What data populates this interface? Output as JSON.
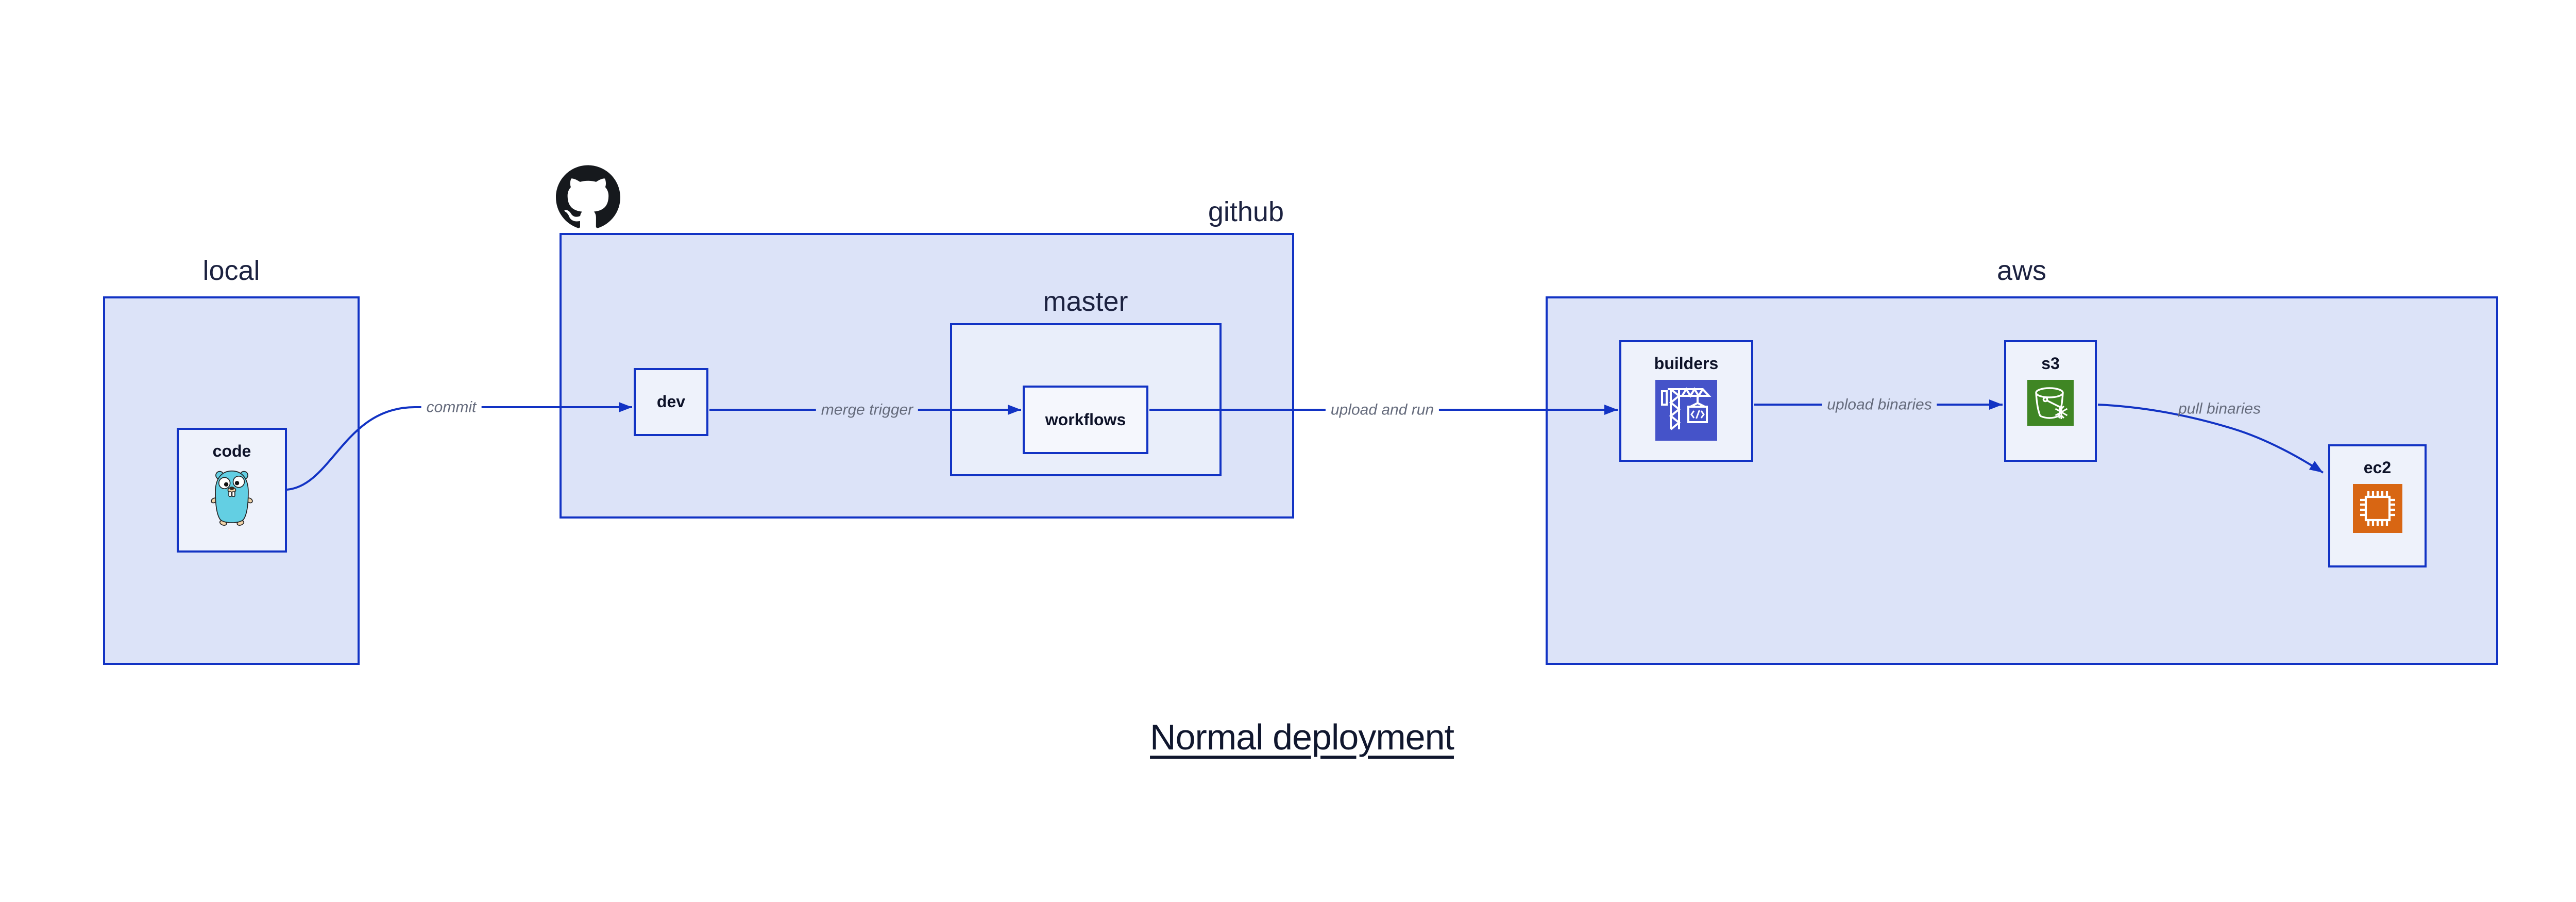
{
  "title": "Normal deployment",
  "groups": [
    {
      "id": "local",
      "label": "local"
    },
    {
      "id": "github",
      "label": "github"
    },
    {
      "id": "master",
      "label": "master"
    },
    {
      "id": "aws",
      "label": "aws"
    }
  ],
  "nodes": [
    {
      "id": "code",
      "label": "code",
      "icon": "go-gopher-icon"
    },
    {
      "id": "dev",
      "label": "dev"
    },
    {
      "id": "workflows",
      "label": "workflows"
    },
    {
      "id": "builders",
      "label": "builders",
      "icon": "codebuild-crane-icon"
    },
    {
      "id": "s3",
      "label": "s3",
      "icon": "s3-glacier-bucket-icon"
    },
    {
      "id": "ec2",
      "label": "ec2",
      "icon": "ec2-chip-icon"
    }
  ],
  "edges": [
    {
      "from": "code",
      "to": "dev",
      "label": "commit"
    },
    {
      "from": "dev",
      "to": "workflows",
      "label": "merge trigger"
    },
    {
      "from": "workflows",
      "to": "builders",
      "label": "upload and run"
    },
    {
      "from": "builders",
      "to": "s3",
      "label": "upload binaries"
    },
    {
      "from": "s3",
      "to": "ec2",
      "label": "pull binaries"
    }
  ],
  "icons": {
    "github_logo": "github-octocat-icon"
  },
  "colors": {
    "group_fill": "#dce3f8",
    "master_fill": "#e9eefa",
    "node_fill": "#eef2fb",
    "inner_node_fill": "#f5f7fd",
    "border_and_edge": "#1233c4",
    "edge_label_text": "#656b7c",
    "group_label_text": "#1c2240",
    "node_label_text": "#0d1228",
    "title_text": "#10172e",
    "codebuild_icon_bg": "#4553c9",
    "s3_icon_bg": "#3f8624",
    "ec2_icon_bg": "#d86613",
    "gopher_body": "#63cfe3",
    "github_logo": "#16191d"
  }
}
